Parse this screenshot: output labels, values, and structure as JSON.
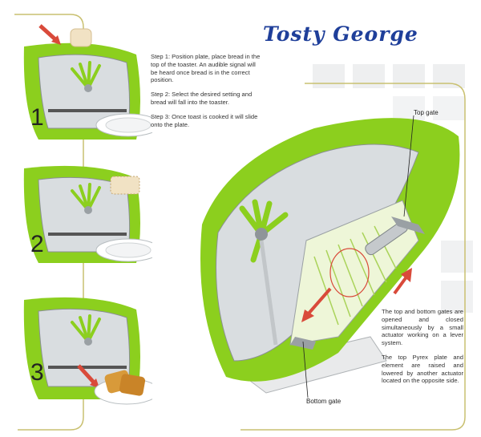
{
  "title": "Tosty George",
  "steps": [
    {
      "number": "1",
      "text": "Step 1: Position plate, place bread in the top of the toaster. An audible signal will be heard once bread is in the correct position."
    },
    {
      "number": "2",
      "text": "Step 2: Select the desired setting and bread will fall into the toaster."
    },
    {
      "number": "3",
      "text": "Step 3: Once toast is cooked it will slide onto the plate."
    }
  ],
  "callouts": {
    "top_gate": "Top gate",
    "bottom_gate": "Bottom gate"
  },
  "description": [
    "The top and bottom gates are opened and closed simultaneously by a small actuator working on a lever system.",
    "The top Pyrex plate and element are raised and lowered by another actuator located on the opposite side."
  ],
  "colors": {
    "toaster_green": "#8ccf1e",
    "panel_silver": "#d9dde0",
    "title_blue": "#1f3f9a",
    "arrow_red": "#d94a3a",
    "frame_border": "#c9c070"
  }
}
